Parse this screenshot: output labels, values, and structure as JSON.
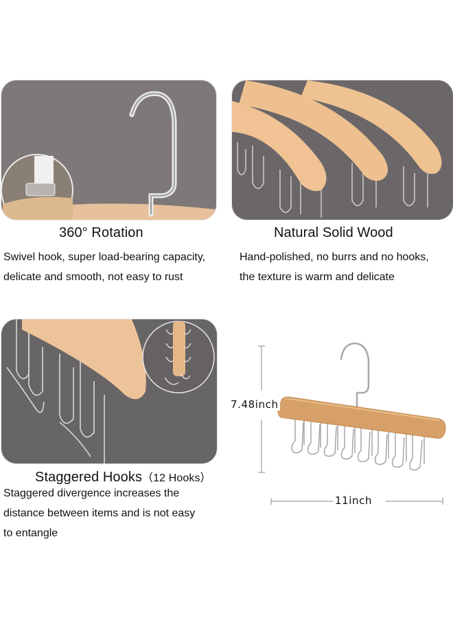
{
  "features": [
    {
      "title": "360° Rotation",
      "description_lines": [
        "Swivel hook, super load-bearing capacity,",
        "delicate and smooth, not easy to rust"
      ],
      "image": "swivel-hook-closeup"
    },
    {
      "title": "Natural Solid Wood",
      "description_lines": [
        "Hand-polished, no burrs and no hooks,",
        "the texture is warm and delicate"
      ],
      "image": "wooden-hanger-bars-closeup"
    },
    {
      "title": "Staggered Hooks",
      "title_suffix": "（12 Hooks）",
      "description_lines": [
        "Staggered divergence increases the",
        "distance between items and is not easy",
        "to entangle"
      ],
      "image": "staggered-hooks-closeup"
    }
  ],
  "dimensions": {
    "height": "7.48inch",
    "width": "11inch"
  },
  "colors": {
    "panel_gray": "#7d7878",
    "wood": "#e7b887",
    "wood_dark": "#c98a4e",
    "chrome": "#d9d9d9",
    "text": "#111111"
  }
}
